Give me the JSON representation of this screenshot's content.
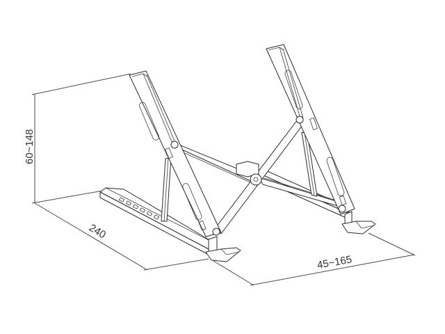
{
  "diagram": {
    "subject": "Foldable adjustable laptop stand",
    "view": "isometric line drawing",
    "line_color": "#2a2a2a",
    "background": "#ffffff",
    "dimensions": {
      "height": {
        "label": "60~148",
        "meaning": "height range"
      },
      "depth": {
        "label": "240",
        "meaning": "base length"
      },
      "spread": {
        "label": "45~165",
        "meaning": "width range between feet"
      }
    },
    "parts": [
      "rear support arm",
      "front support arm",
      "scissor link bars",
      "center hinge",
      "base bar with adjustment slots",
      "front feet / lips"
    ]
  }
}
